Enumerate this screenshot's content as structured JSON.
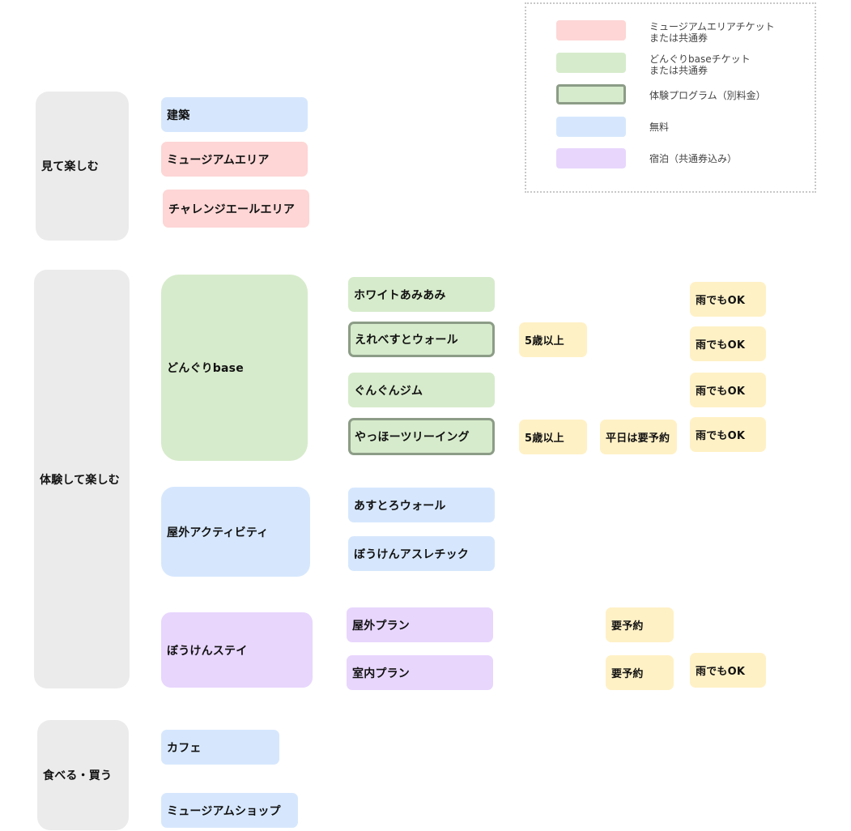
{
  "legend": {
    "items": [
      {
        "label_line1": "ミュージアムエリアチケット",
        "label_line2": "または共通券",
        "color": "#fdd6d5"
      },
      {
        "label_line1": "どんぐりbaseチケット",
        "label_line2": "または共通券",
        "color": "#d6ebcb"
      },
      {
        "label_line1": "体験プログラム（別料金）",
        "label_line2": "",
        "color": "#d6ebcb",
        "border": "#8c9c87"
      },
      {
        "label_line1": "無料",
        "label_line2": "",
        "color": "#d6e7fd"
      },
      {
        "label_line1": "宿泊（共通券込み）",
        "label_line2": "",
        "color": "#e8d6fd"
      }
    ]
  },
  "categories": {
    "see": "見て楽しむ",
    "experience": "体験して楽しむ",
    "eat_buy": "食べる・買う"
  },
  "see": {
    "architecture": "建築",
    "museum_area": "ミュージアムエリア",
    "challenge_area": "チャレンジエールエリア"
  },
  "experience": {
    "donguri": {
      "label": "どんぐりbase",
      "items": [
        {
          "label": "ホワイトあみあみ",
          "age": "",
          "reservation": "",
          "rain": "雨でもOK"
        },
        {
          "label": "えれべすとウォール",
          "age": "5歳以上",
          "reservation": "",
          "rain": "雨でもOK"
        },
        {
          "label": "ぐんぐんジム",
          "age": "",
          "reservation": "",
          "rain": "雨でもOK"
        },
        {
          "label": "やっほーツリーイング",
          "age": "5歳以上",
          "reservation": "平日は要予約",
          "rain": "雨でもOK"
        }
      ]
    },
    "outdoor": {
      "label": "屋外アクティビティ",
      "items": [
        {
          "label": "あすとろウォール"
        },
        {
          "label": "ぼうけんアスレチック"
        }
      ]
    },
    "stay": {
      "label": "ぼうけんステイ",
      "items": [
        {
          "label": "屋外プラン",
          "reservation": "要予約",
          "rain": ""
        },
        {
          "label": "室内プラン",
          "reservation": "要予約",
          "rain": "雨でもOK"
        }
      ]
    }
  },
  "eat_buy": {
    "cafe": "カフェ",
    "shop": "ミュージアムショップ"
  }
}
